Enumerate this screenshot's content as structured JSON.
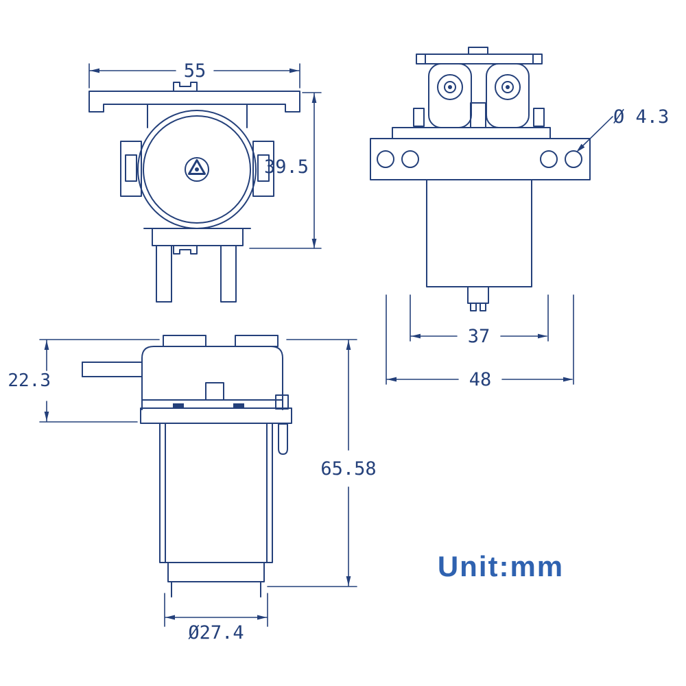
{
  "unit_label": "Unit:mm",
  "colors": {
    "background": "#ffffff",
    "line": "#24407a",
    "dim_text": "#24407a",
    "unit_text": "#2f62b0"
  },
  "dimensions": {
    "bracket_width": "55",
    "bracket_height": "39.5",
    "mounting_hole_diameter": "Ø 4.3",
    "hole_spacing": "37",
    "flange_span": "48",
    "head_height": "22.3",
    "overall_height": "65.58",
    "motor_diameter": "Ø27.4"
  }
}
